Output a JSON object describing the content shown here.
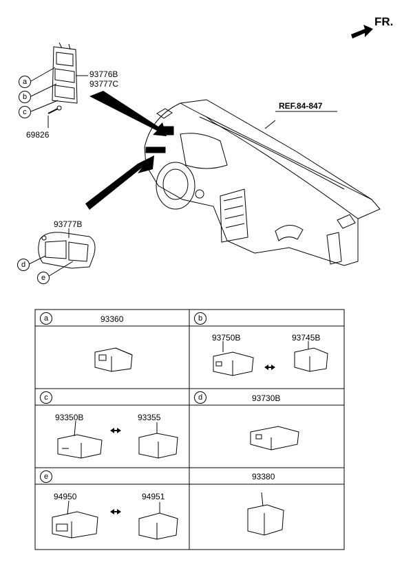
{
  "header": {
    "front_label": "FR.",
    "ref_label": "REF.84-847"
  },
  "callouts": {
    "bracket_upper": [
      "93776B",
      "93777C"
    ],
    "screw": "69826",
    "bracket_lower": "93777B",
    "letters": [
      "a",
      "b",
      "c",
      "d",
      "e"
    ]
  },
  "table": {
    "rows": [
      {
        "left": {
          "letter": "a",
          "parts": [
            "93360"
          ]
        },
        "right": {
          "letter": "b",
          "parts": [
            "93750B",
            "93745B"
          ]
        }
      },
      {
        "left": {
          "letter": "c",
          "parts": [
            "93350B",
            "93355"
          ]
        },
        "right": {
          "letter": "d",
          "parts": [
            "93730B"
          ]
        }
      },
      {
        "left": {
          "letter": "e",
          "parts": [
            "94950",
            "94951"
          ]
        },
        "right": {
          "letter": "",
          "parts": [
            "93380"
          ]
        }
      }
    ]
  }
}
